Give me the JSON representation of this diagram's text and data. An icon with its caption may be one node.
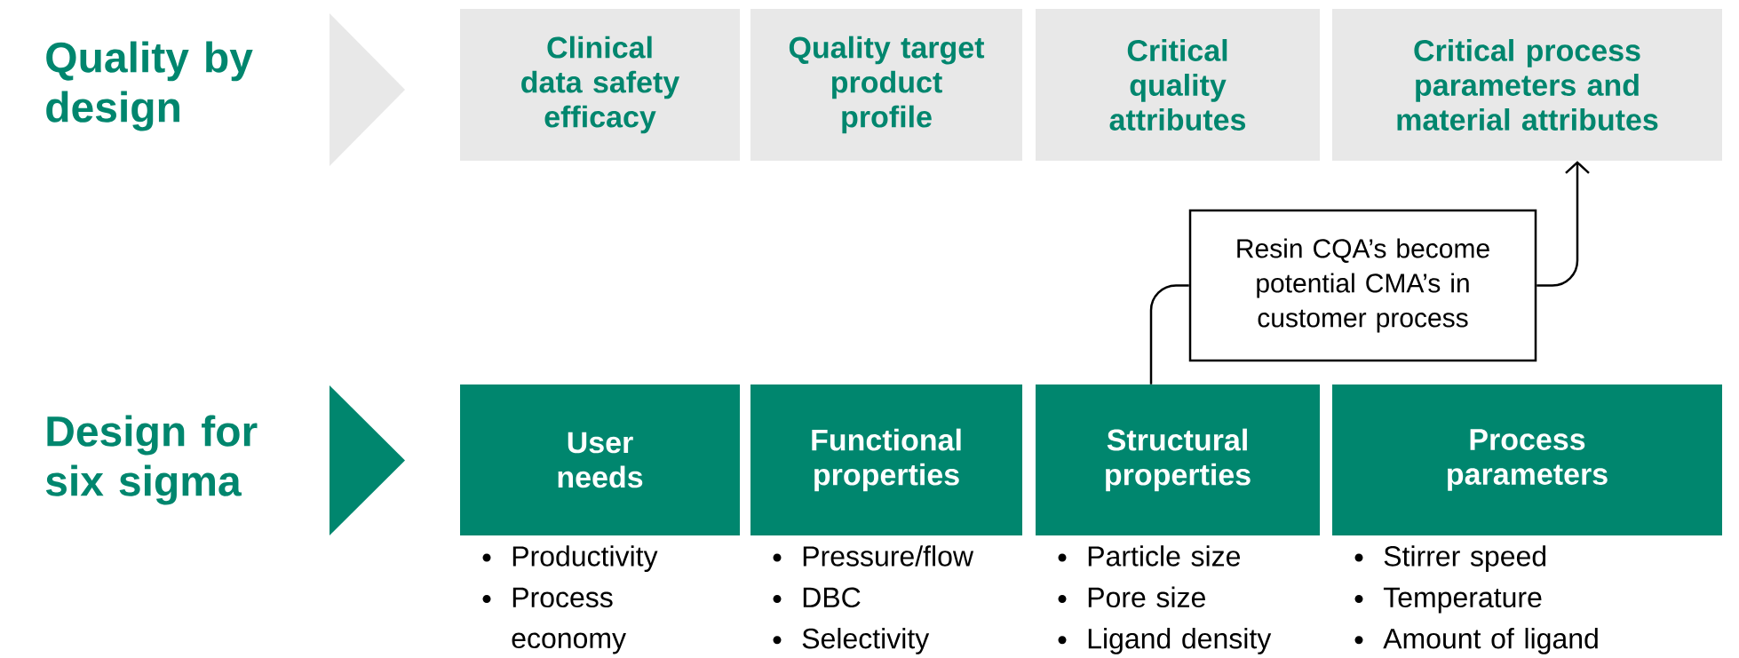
{
  "diagram": {
    "nodes": [
      {
        "text": [
          "Clinical data safety efficacy"
        ]
      },
      {
        "text": [
          "Quality target product profile"
        ]
      },
      {
        "text": [
          "Critical quality attributes"
        ]
      },
      {
        "text": [
          "Critical process parameters and material attributes"
        ]
      },
      {
        "text": [
          "User needs"
        ],
        "beside": [
          "Productivity",
          "Process economy"
        ]
      },
      {
        "text": [
          "Functional properties"
        ],
        "beside": [
          "Pressure/flow",
          "DBC",
          "Selectivity"
        ]
      },
      {
        "text": [
          "Structural properties"
        ],
        "beside": [
          "Particle size",
          "Pore size",
          "Ligand density"
        ]
      },
      {
        "text": [
          "Process parameters"
        ],
        "beside": [
          "Stirrer speed",
          "Temperature",
          "Amount of ligand"
        ]
      },
      {
        "text": [
          "Resin CQA’s become potential CMA’s in customer process"
        ]
      },
      {
        "text": [],
        "shape": "triangle"
      },
      {
        "text": [],
        "shape": "triangle"
      }
    ],
    "edges": [
      {
        "from": 6,
        "to": 8,
        "arrow": "none"
      },
      {
        "from": 8,
        "to": 3,
        "arrow": "to"
      }
    ],
    "labels": [
      "Quality by design",
      "Design for six sigma"
    ]
  }
}
